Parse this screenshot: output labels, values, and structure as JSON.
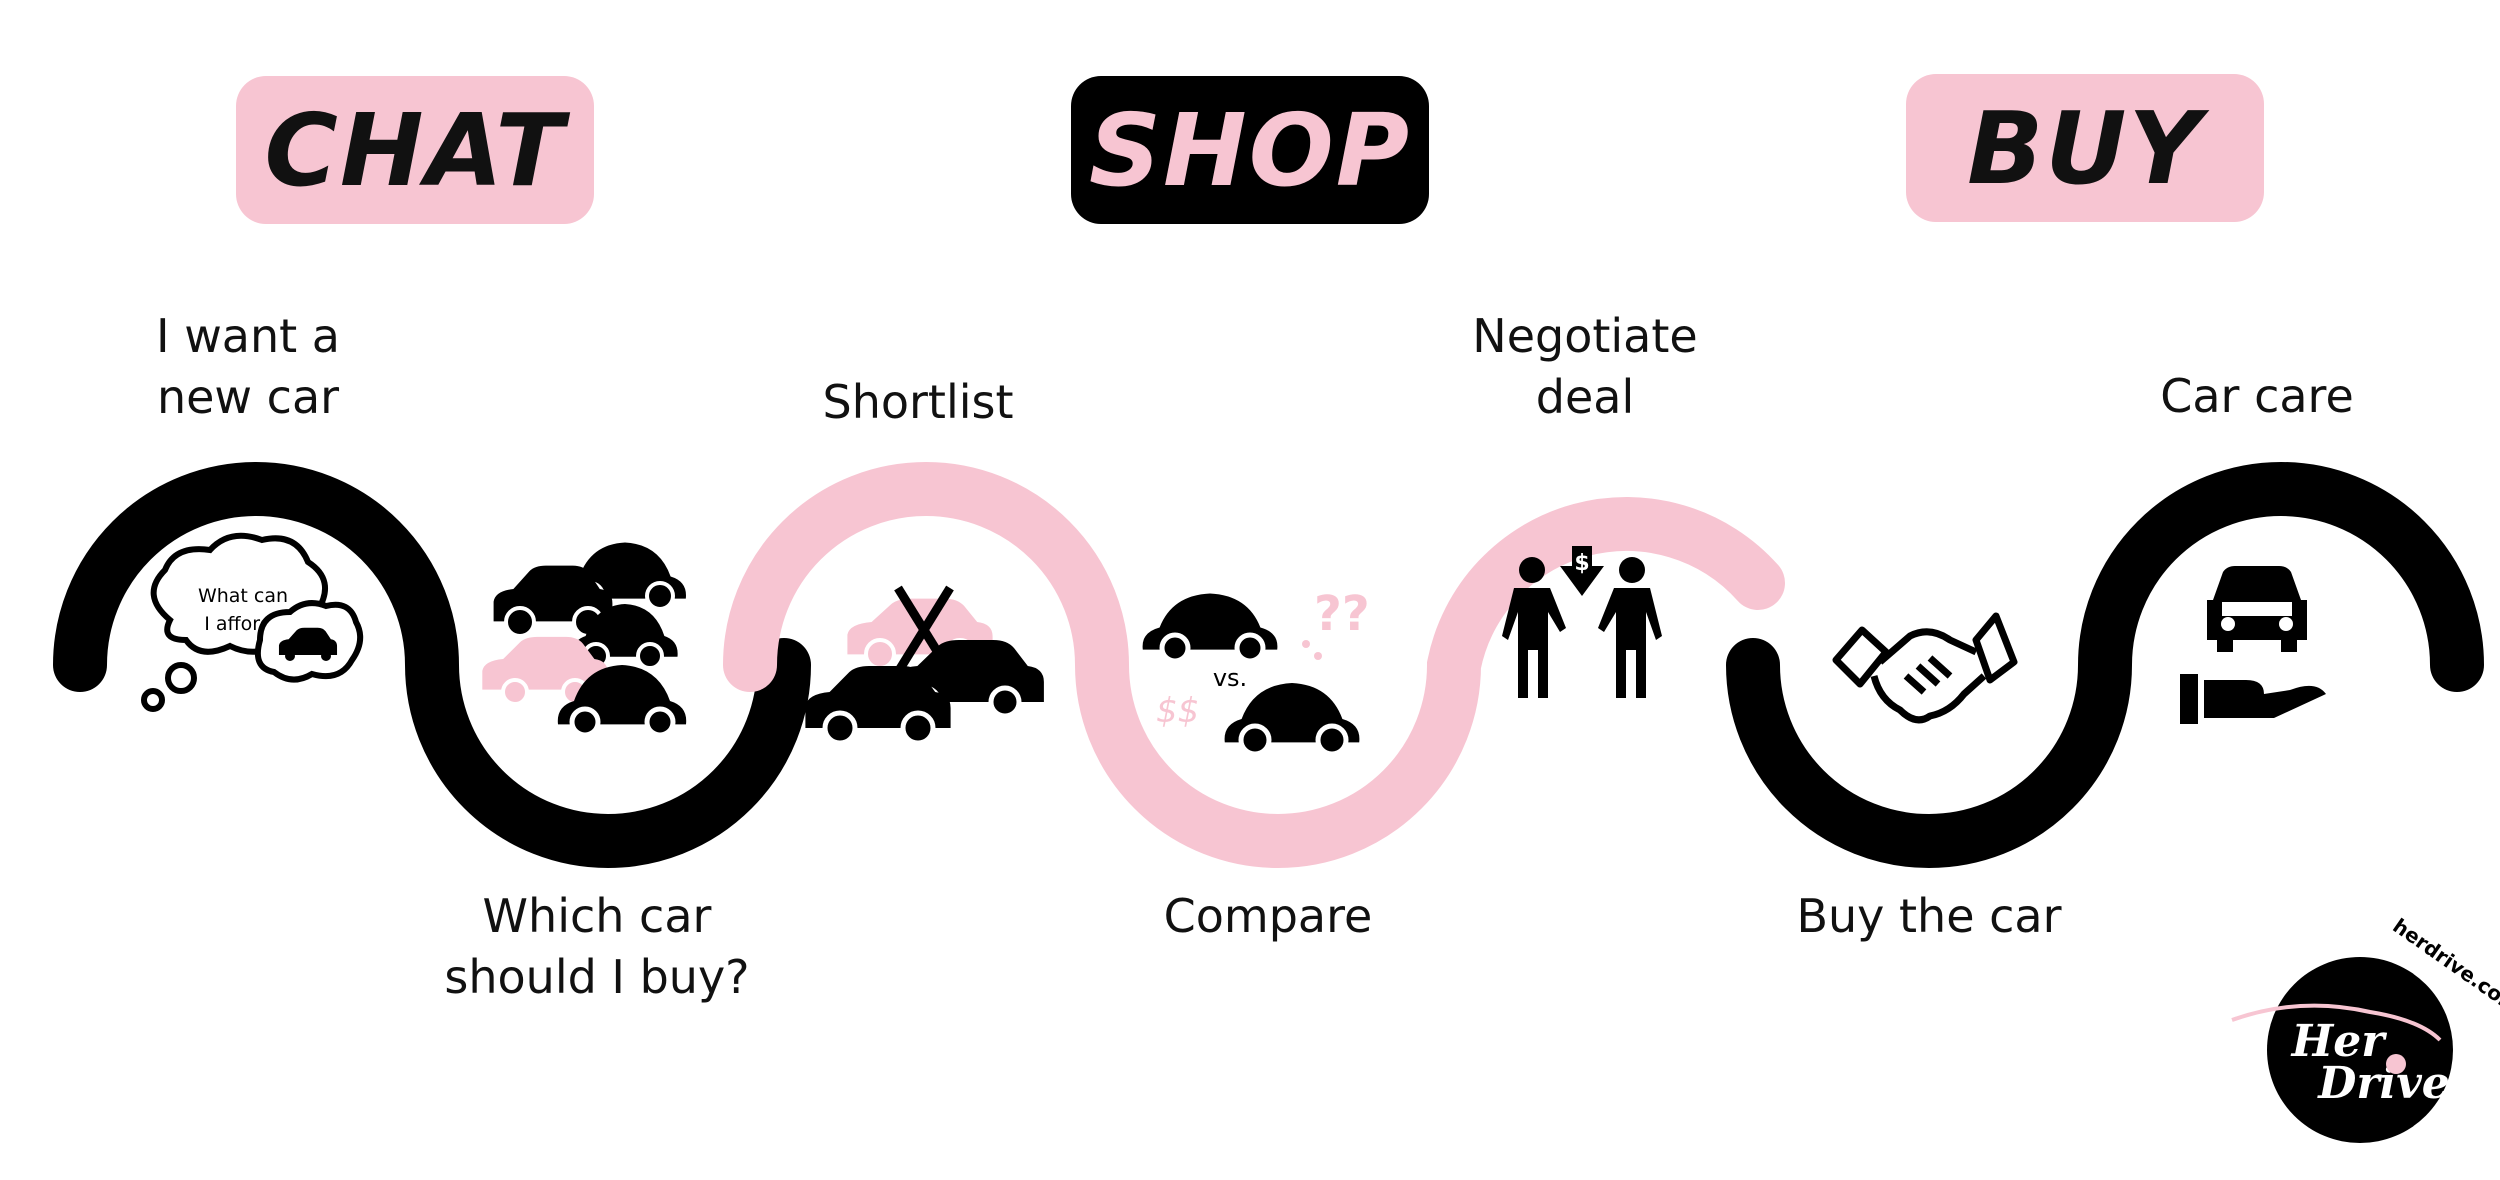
{
  "phases": [
    {
      "label": "CHAT",
      "style": "pink"
    },
    {
      "label": "SHOP",
      "style": "black"
    },
    {
      "label": "BUY",
      "style": "pink"
    }
  ],
  "steps": [
    {
      "label": "I want a\nnew car",
      "icon": "thought-bubble-car-icon"
    },
    {
      "label": "Which car\nshould I buy?",
      "icon": "car-pile-icon"
    },
    {
      "label": "Shortlist",
      "icon": "crossed-out-cars-icon"
    },
    {
      "label": "Compare",
      "icon": "cars-versus-icon"
    },
    {
      "label": "Negotiate\ndeal",
      "icon": "negotiation-people-icon"
    },
    {
      "label": "Buy the car",
      "icon": "handshake-icon"
    },
    {
      "label": "Car care",
      "icon": "car-in-hand-icon"
    }
  ],
  "icon_text": {
    "afford": [
      "What can",
      "I afford?"
    ],
    "versus": "vs.",
    "price": "$"
  },
  "logo": {
    "name": "Her Drive",
    "url": "herdrive.com.au"
  },
  "colors": {
    "pink": "#f7c5d2",
    "black": "#000000",
    "white": "#ffffff"
  }
}
